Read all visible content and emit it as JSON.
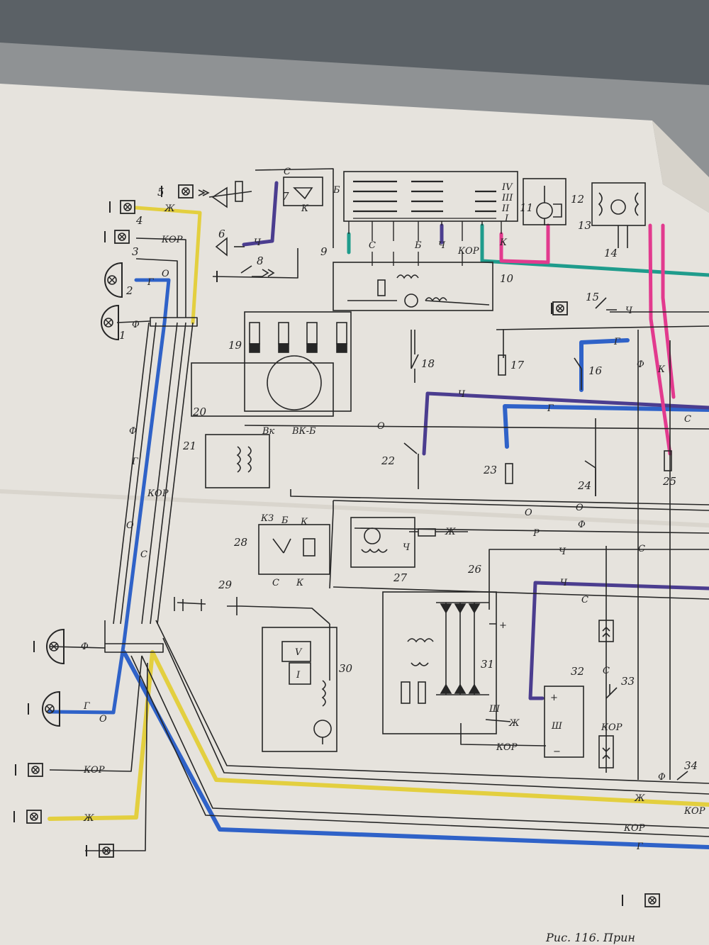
{
  "colors": {
    "background": "#8f9294",
    "paper": "#e6e3dd",
    "ink": "#262626",
    "yellow": "#e3cf3f",
    "blue": "#2f62c8",
    "purple": "#4b3d8f",
    "teal": "#1f9c8c",
    "pink": "#e23a8e"
  },
  "component_numbers": {
    "c1": "1",
    "c2": "2",
    "c3": "3",
    "c4": "4",
    "c5": "5",
    "c6": "6",
    "c7": "7",
    "c8": "8",
    "c9": "9",
    "c10": "10",
    "c11": "11",
    "c12": "12",
    "c13": "13",
    "c14": "14",
    "c15": "15",
    "c16": "16",
    "c17": "17",
    "c18": "18",
    "c19": "19",
    "c20": "20",
    "c21": "21",
    "c22": "22",
    "c23": "23",
    "c24": "24",
    "c25": "25",
    "c26": "26",
    "c27": "27",
    "c28": "28",
    "c29": "29",
    "c30": "30",
    "c31": "31",
    "c32": "32",
    "c33": "33",
    "c34": "34"
  },
  "wire_labels": {
    "zh": "Ж",
    "kor": "КОР",
    "o": "О",
    "g": "Г",
    "f": "Ф",
    "s": "С",
    "ch": "Ч",
    "k": "К",
    "b": "Б",
    "r": "Р",
    "vk": "Вк",
    "vkb": "ВК-Б",
    "sh": "Ш",
    "kz": "КЗ",
    "plus": "+",
    "minus": "−",
    "roman1": "I",
    "roman2": "II",
    "roman3": "III",
    "roman4": "IV",
    "roman5": "V"
  },
  "caption": "Рис. 116. Прин"
}
